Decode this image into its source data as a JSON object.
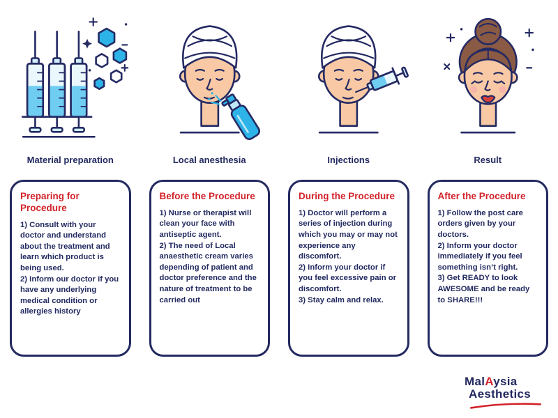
{
  "colors": {
    "navy": "#232a60",
    "outline": "#252a63",
    "red": "#d3222a",
    "blue": "#2db3e8",
    "light_blue": "#eaf7fd",
    "liquid_blue": "#6fcdf2",
    "skin": "#f8c9a4",
    "hair_brown": "#8a5a44",
    "lips_red": "#d6413c"
  },
  "steps": [
    {
      "label": "Material preparation",
      "heading": "Preparing for Procedure",
      "items": [
        "1) Consult with your doctor and understand about the treatment and learn which product is being used.",
        "2) Inform our doctor if you have any underlying medical condition or allergies history"
      ]
    },
    {
      "label": "Local anesthesia",
      "heading": "Before the Procedure",
      "items": [
        "1) Nurse or therapist will clean your face with antiseptic agent.",
        "2) The need of Local anaesthetic cream varies depending of patient and doctor preference and the nature of treatment to be carried out"
      ]
    },
    {
      "label": "Injections",
      "heading": "During the Procedure",
      "items": [
        "1) Doctor will perform a series of injection during which you may or may not experience any discomfort.",
        "2) Inform your doctor if you feel excessive pain or discomfort.",
        "3) Stay calm and relax."
      ]
    },
    {
      "label": "Result",
      "heading": "After the Procedure",
      "items": [
        "1) Follow the post care orders given by your doctors.",
        "2) Inform your doctor immediately if you feel something isn’t right.",
        "3) Get READY to look AWESOME and be ready to SHARE!!!"
      ]
    }
  ],
  "logo": {
    "part1": "Mal",
    "accent": "A",
    "part2": "ysia",
    "line2": "Aesthetics"
  }
}
